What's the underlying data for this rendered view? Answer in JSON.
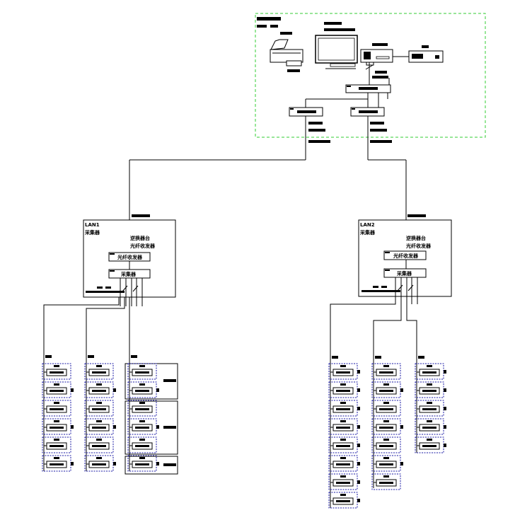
{
  "colors": {
    "line": "#000000",
    "zone_border": "#33cc33",
    "device_border": "#1a1aa6",
    "fill": "#000000",
    "background": "#ffffff"
  },
  "labels": {
    "sub1_title": "LAN1",
    "sub1_name": "采集器",
    "sub1_tag1": "逆换器台",
    "sub1_tag2": "光纤收发器",
    "sub1_mod1": "光纤收发器",
    "sub1_mod2": "采集器",
    "sub2_title": "LAN2",
    "sub2_name": "采集器",
    "sub2_tag1": "逆换器台",
    "sub2_tag2": "光纤收发器",
    "sub2_mod1": "光纤收发器",
    "sub2_mod2": "采集器"
  },
  "icons": [
    "printer-icon",
    "monitor-icon",
    "computer-icon",
    "server-icon",
    "switch-icon",
    "fiber-transceiver-icon",
    "meter-icon"
  ],
  "groups": {
    "A": {
      "count": 6
    },
    "B": {
      "count": 6
    },
    "C": {
      "count": 6
    },
    "D": {
      "count": 8
    },
    "E": {
      "count": 7
    },
    "F": {
      "count": 5
    }
  }
}
